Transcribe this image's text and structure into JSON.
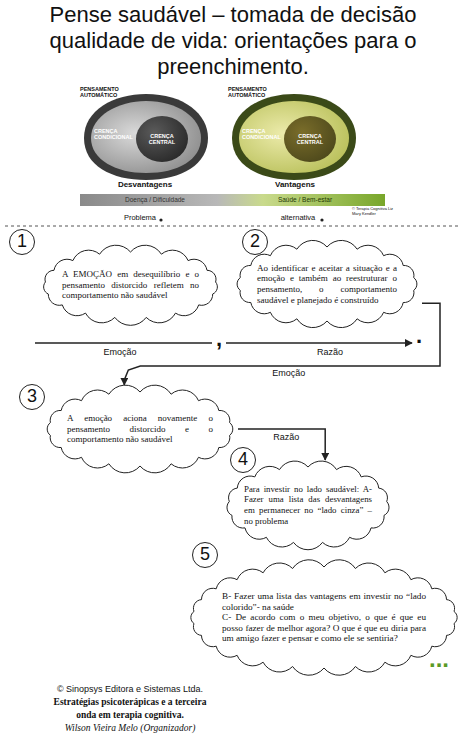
{
  "diagram": {
    "title": "Pense saudável – tomada de decisão qualidade de vida: orientações para o preenchimento.",
    "nodes": [
      {
        "text": [
          "PENSAMENTO AUTOMÁTICO",
          "CRENÇA CONDICIONAL",
          "CRENÇA CENTRAL"
        ]
      },
      {
        "text": [
          "PENSAMENTO AUTOMÁTICO",
          "CRENÇA CONDICIONAL",
          "CRENÇA CENTRAL"
        ]
      },
      {
        "text": [
          "Doença / Dificuldade",
          "Saúde / Bem-estar"
        ]
      },
      {
        "text": [
          "1"
        ]
      },
      {
        "text": [
          "A EMOÇÃO em desequilíbrio e o pensamento distorcido refletem no comportamento não saudável"
        ]
      },
      {
        "text": [
          "2"
        ]
      },
      {
        "text": [
          "Ao identificar e aceitar a situação e a emoção e também ao reestruturar o pensamento, o comportamento saudável e planejado é construído"
        ]
      },
      {
        "text": [
          "3"
        ]
      },
      {
        "text": [
          "A emoção aciona novamente o pensamento distorcido e o comportamento não saudável"
        ]
      },
      {
        "text": [
          "4"
        ]
      },
      {
        "text": [
          "Para investir no lado saudável: A- Fazer uma lista das desvantagens em permanecer no “lado cinza” – no problema"
        ]
      },
      {
        "text": [
          "5"
        ]
      },
      {
        "text": [
          "B- Fazer uma lista das vantagens em investir no “lado colorido”- na saúde",
          "C- De acordo com o meu objetivo, o que é que eu posso fazer de melhor agora? O que é que eu diria para um amigo fazer e pensar e como ele se sentiria?"
        ]
      }
    ],
    "edges": [
      {
        "from": 6,
        "to": 8,
        "label": "Emoção",
        "arrow": "to"
      },
      {
        "from": 8,
        "to": 10,
        "label": "Razão",
        "arrow": "to"
      }
    ],
    "labels": [
      "Desvantagens",
      "Vantagens",
      "© Terapia Cognitiva Liz Mary Kendler",
      "Problema",
      "alternativa",
      "Emoção",
      ",",
      "Razão",
      ".",
      "...",
      "© Sinopsys Editora e Sistemas Ltda.",
      "Estratégias psicoterápicas e a terceira",
      "onda em terapia cognitiva.",
      "Wilson Vieira Melo (Organizador)"
    ]
  }
}
